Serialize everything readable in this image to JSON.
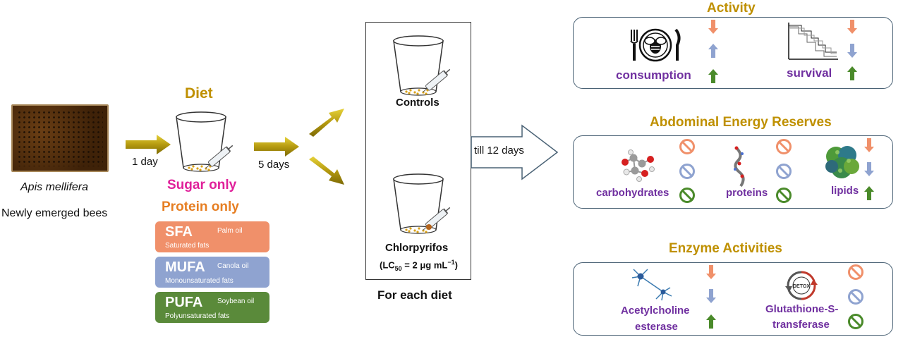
{
  "left": {
    "species": "Apis mellifera",
    "subtitle": "Newly emerged bees",
    "step1": "1 day"
  },
  "diet": {
    "title": "Diet",
    "sugar": "Sugar only",
    "protein": "Protein only",
    "after": "5 days",
    "fats": [
      {
        "abbr": "SFA",
        "oil": "Palm oil",
        "desc": "Saturated fats",
        "color": "#f0906a"
      },
      {
        "abbr": "MUFA",
        "oil": "Canola oil",
        "desc": "Monounsaturated fats",
        "color": "#8fa3d0"
      },
      {
        "abbr": "PUFA",
        "oil": "Soybean oil",
        "desc": "Polyunsaturated fats",
        "color": "#5a8a3a"
      }
    ]
  },
  "treatment": {
    "controls": "Controls",
    "chlorpyrifos": "Chlorpyrifos",
    "lc_prefix": "(LC",
    "lc_sub": "50",
    "lc_suffix": " = 2 μg mL",
    "lc_sup": "−1",
    "lc_close": ")",
    "footer": "For each diet",
    "duration": "till 12 days"
  },
  "activity": {
    "title": "Activity",
    "consumption": "consumption",
    "survival": "survival"
  },
  "energy": {
    "title": "Abdominal Energy Reserves",
    "carbohydrates": "carbohydrates",
    "proteins": "proteins",
    "lipids": "lipids"
  },
  "enzyme": {
    "title": "Enzyme Activities",
    "ache_line1": "Acetylcholine",
    "ache_line2": "esterase",
    "gst_line1": "Glutathione-S-",
    "gst_line2": "transferase",
    "detox_label": "DETOX"
  },
  "colors": {
    "gold_arrow": "#b8a000",
    "sfa": "#f0906a",
    "mufa": "#8fa3d0",
    "pufa": "#4a8a2a",
    "title_gold": "#bf9000",
    "label_purple": "#7030a0",
    "sugar_magenta": "#e0209a",
    "protein_orange": "#e67e22"
  }
}
